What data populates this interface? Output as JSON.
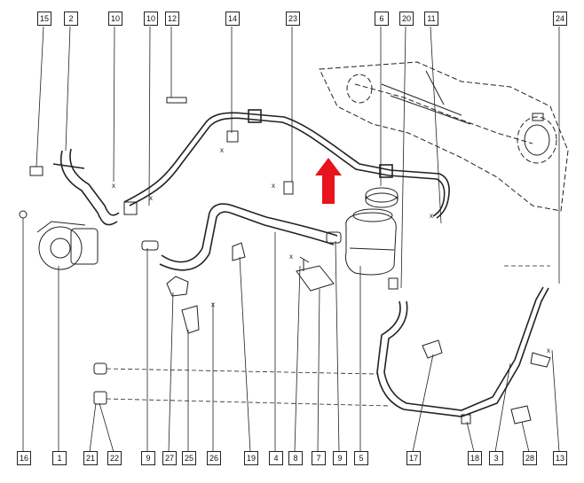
{
  "callouts_top": [
    "15",
    "2",
    "10",
    "10",
    "12",
    "14",
    "23",
    "6",
    "20",
    "11",
    "24"
  ],
  "callouts_bottom": [
    "16",
    "1",
    "21",
    "22",
    "9",
    "27",
    "25",
    "26",
    "19",
    "4",
    "8",
    "7",
    "9",
    "5",
    "17",
    "18",
    "3",
    "28",
    "13"
  ],
  "x_marks": [
    "x",
    "x",
    "x",
    "x",
    "x",
    "x",
    "x",
    "x"
  ],
  "colors": {
    "line": "#222222",
    "arrow": "#e8141c",
    "background": "#ffffff"
  }
}
